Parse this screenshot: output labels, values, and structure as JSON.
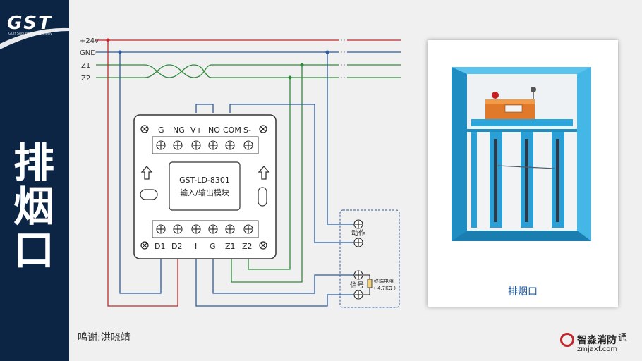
{
  "sidebar": {
    "logo": "GST",
    "logo_sub": "Gulf Security Technology",
    "title_chars": [
      "排",
      "烟",
      "口"
    ]
  },
  "rails": {
    "p24v": "+24v",
    "gnd": "GND",
    "z1": "Z1",
    "z2": "Z2"
  },
  "module": {
    "top_terminals": [
      "G",
      "NG",
      "V+",
      "NO",
      "COM",
      "S-"
    ],
    "bottom_terminals": [
      "D1",
      "D2",
      "I",
      "G",
      "Z1",
      "Z2"
    ],
    "model": "GST-LD-8301",
    "name": "输入/输出模块"
  },
  "device_box": {
    "action_label": "动作",
    "signal_label": "信号",
    "resistor_label": "终端电阻",
    "resistor_value": "( 4.7KΩ )"
  },
  "photo": {
    "caption": "排烟口"
  },
  "credit": "鸣谢:洪晓靖",
  "watermark": {
    "name": "智淼消防",
    "url": "zmjaxf.com",
    "overlay": "通"
  },
  "colors": {
    "sidebar_bg": "#0c2545",
    "wire_red": "#c0282c",
    "wire_blue": "#2a5aa0",
    "wire_green": "#2e8b3a",
    "caption_blue": "#1f5ea8"
  }
}
